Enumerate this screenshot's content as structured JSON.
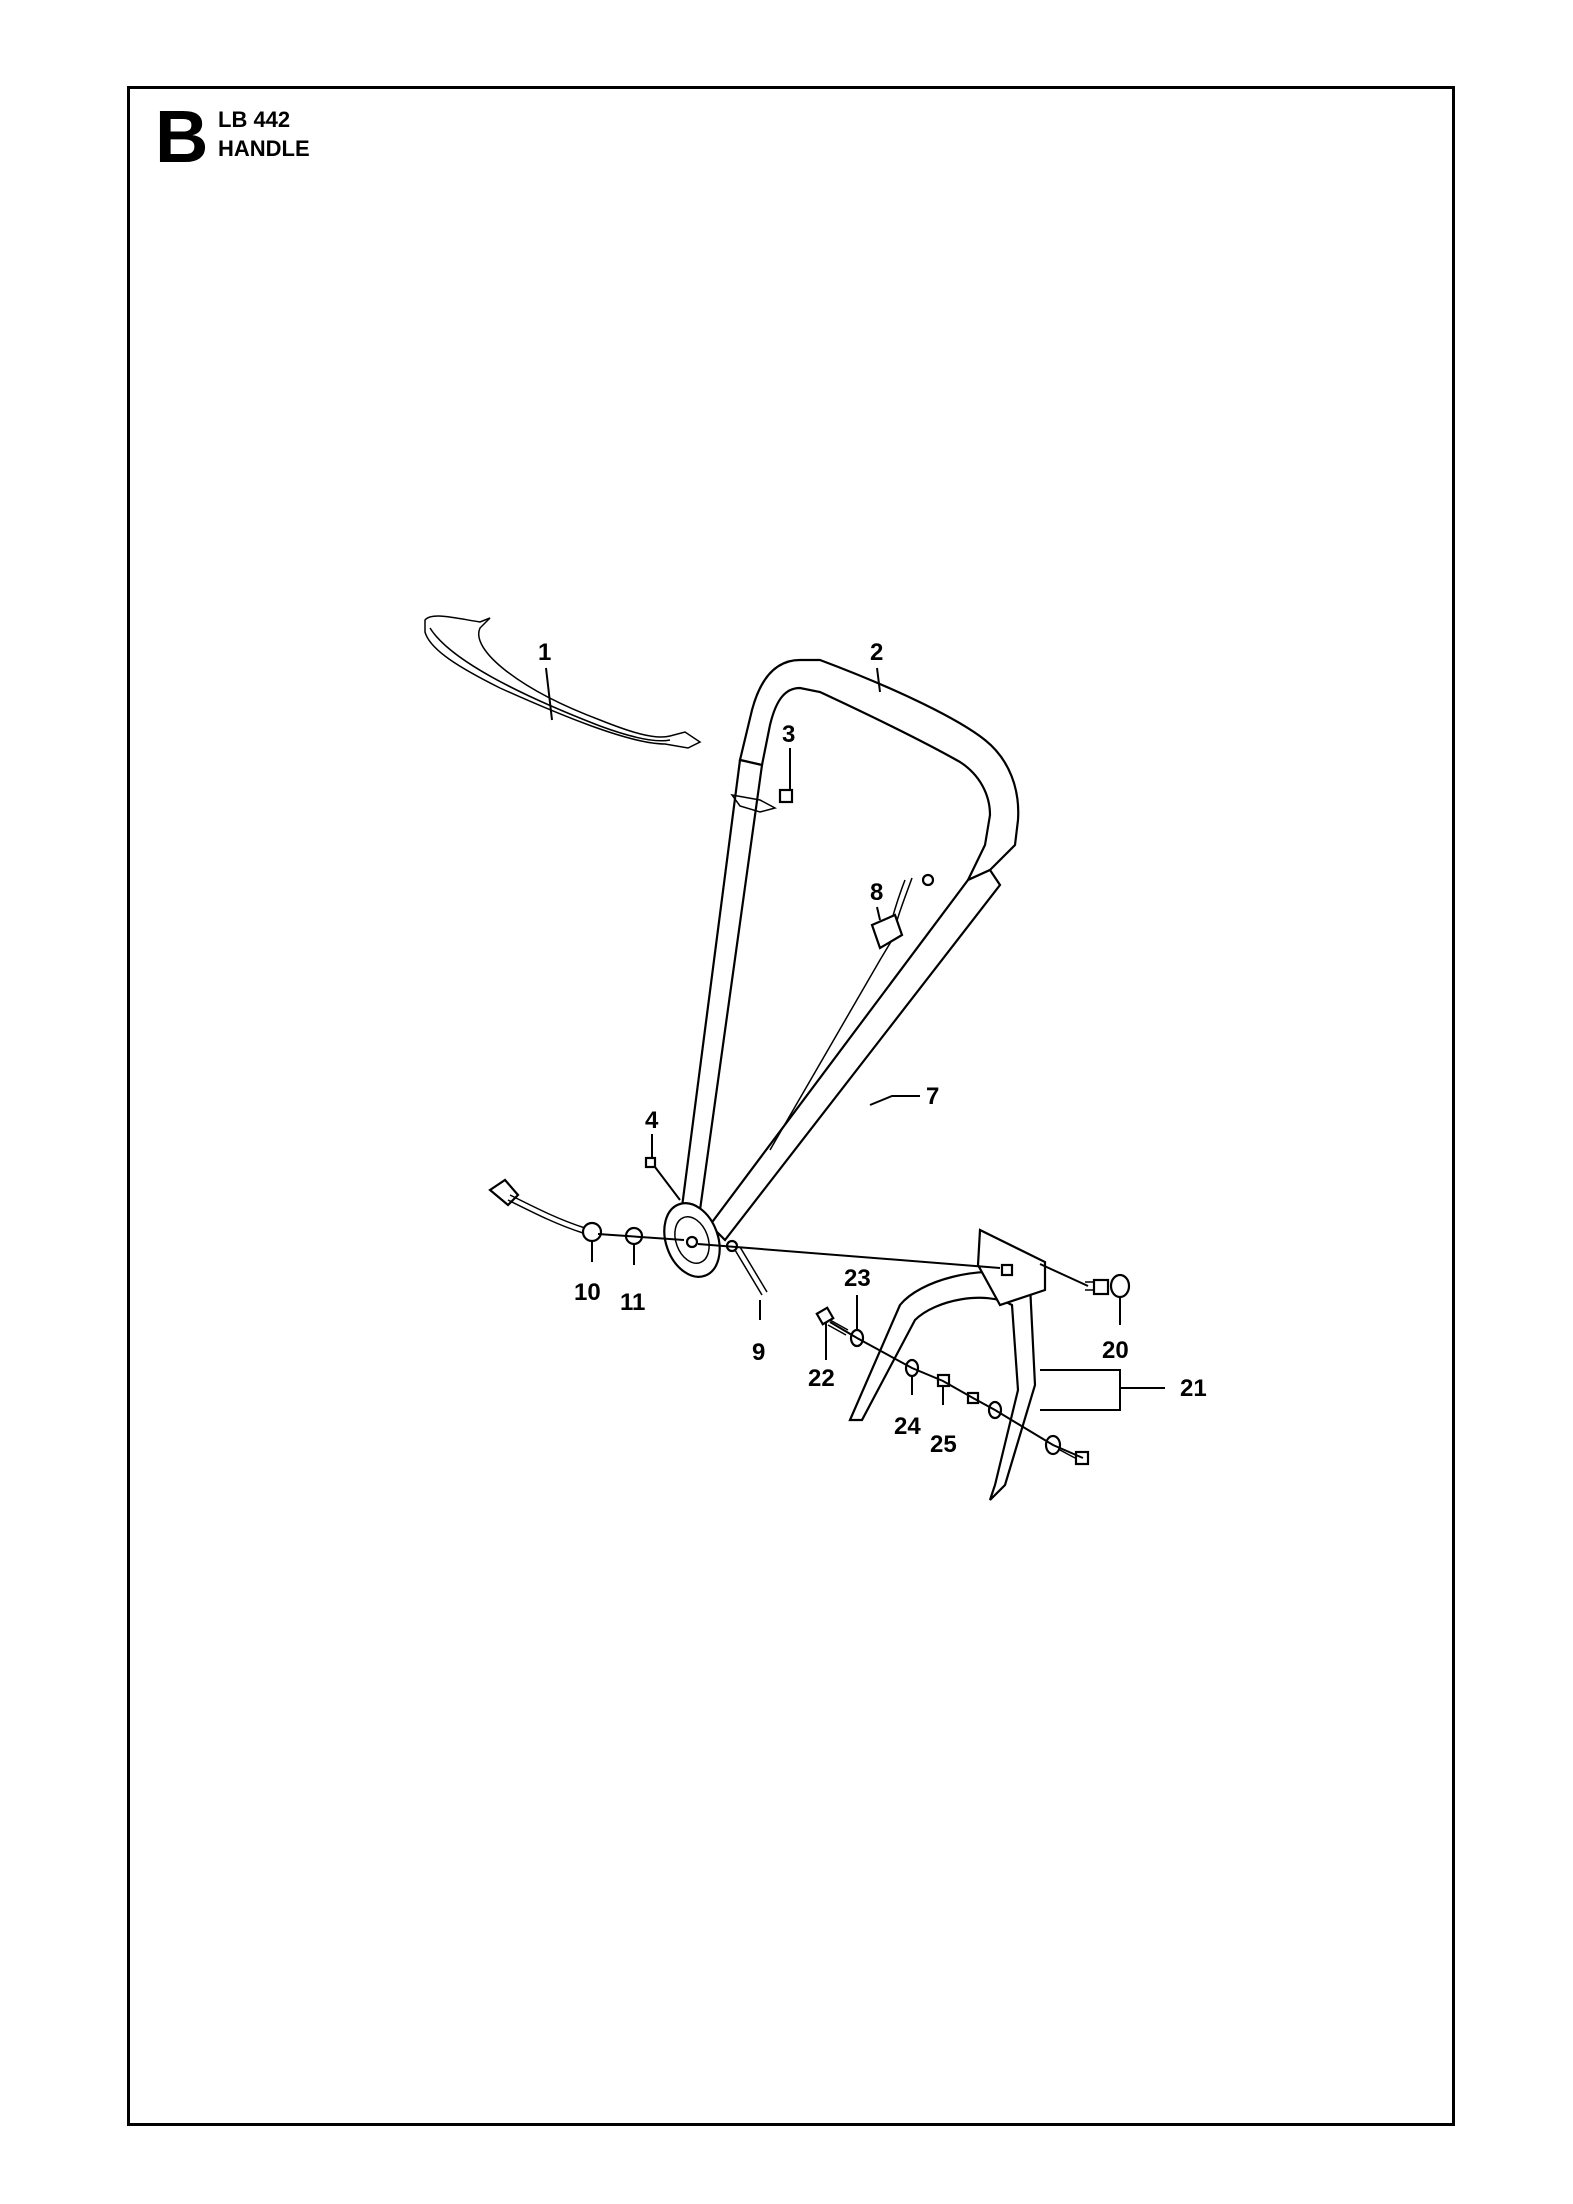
{
  "header": {
    "section_letter": "B",
    "model": "LB 442",
    "title": "HANDLE"
  },
  "callouts": {
    "c1": "1",
    "c2": "2",
    "c3": "3",
    "c4": "4",
    "c7": "7",
    "c8": "8",
    "c9": "9",
    "c10": "10",
    "c11": "11",
    "c20": "20",
    "c21": "21",
    "c22": "22",
    "c23": "23",
    "c24": "24",
    "c25": "25"
  }
}
